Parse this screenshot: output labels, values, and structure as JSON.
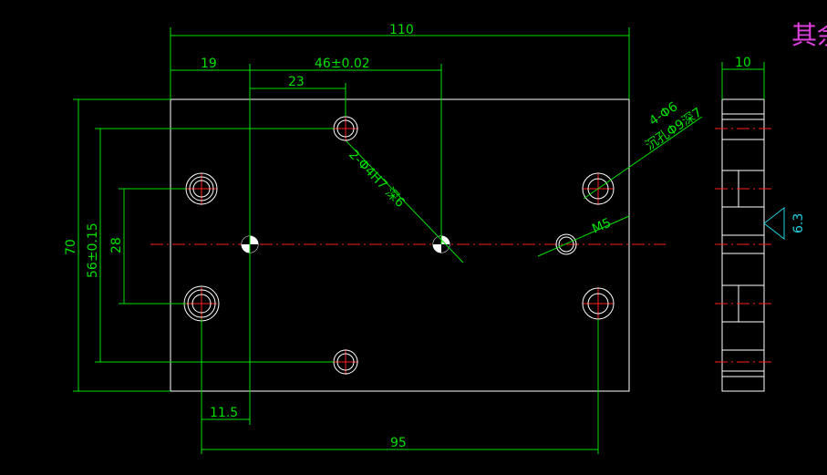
{
  "drawing": {
    "corner_text": "其余",
    "dimensions": {
      "overall_width": "110",
      "left_offset": "19",
      "pin_spacing": "46±0.02",
      "top_hole_offset": "23",
      "overall_height": "70",
      "outer_hole_spacing": "56±0.15",
      "inner_hole_spacing": "28",
      "bottom_left_offset": "11.5",
      "bottom_hole_spacing": "95",
      "side_thickness": "10",
      "roughness": "6.3"
    },
    "callouts": {
      "counterbore_count": "4-Φ6",
      "counterbore_spec": "沉孔Φ9深7",
      "pin_hole_spec": "2-Φ4H7  深6",
      "thread": "M5"
    }
  }
}
